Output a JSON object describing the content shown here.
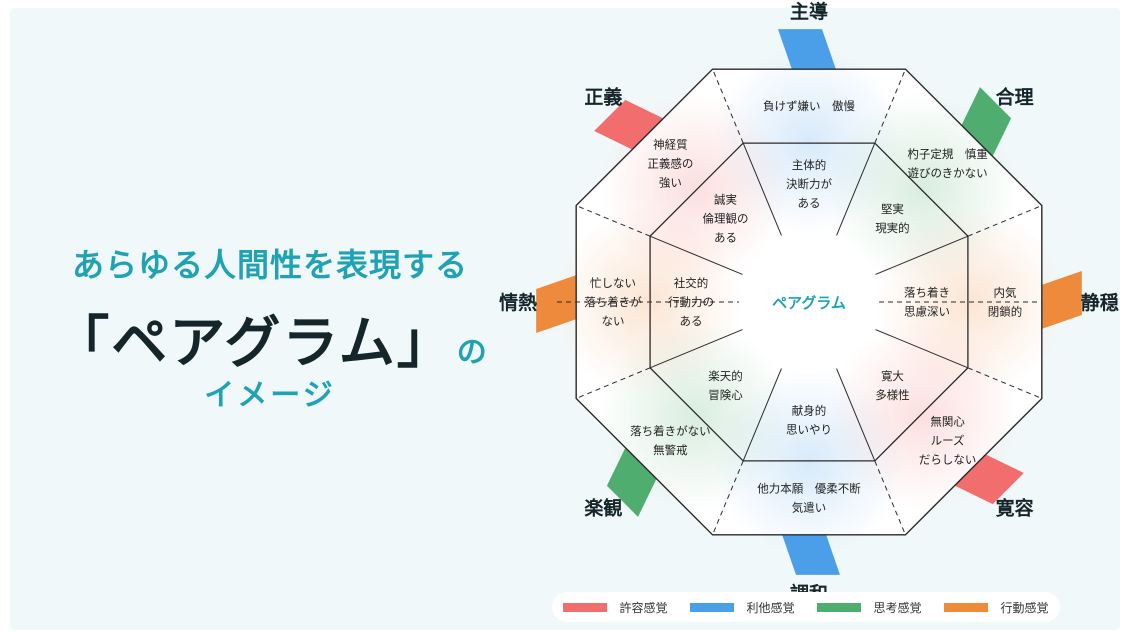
{
  "title": {
    "headline": "あらゆる人間性を表現する",
    "main": "「ペアグラム」",
    "suffix": "の",
    "sub": "イメージ"
  },
  "colors": {
    "kyoyo": "#f26d6d",
    "rita": "#4b9fe8",
    "shiko": "#4fae6f",
    "kodo": "#ee8a3b",
    "accent": "#1fa2b4"
  },
  "diagram": {
    "center_label": "ペアグラム",
    "axes": [
      {
        "name": "主導",
        "color": "#4b9fe8"
      },
      {
        "name": "合理",
        "color": "#4fae6f"
      },
      {
        "name": "静穏",
        "color": "#ee8a3b"
      },
      {
        "name": "寛容",
        "color": "#f26d6d"
      },
      {
        "name": "調和",
        "color": "#4b9fe8"
      },
      {
        "name": "楽観",
        "color": "#4fae6f"
      },
      {
        "name": "情熱",
        "color": "#ee8a3b"
      },
      {
        "name": "正義",
        "color": "#f26d6d"
      }
    ],
    "inner_texts": [
      {
        "lines": [
          "主体的",
          "決断力が",
          "ある"
        ]
      },
      {
        "lines": [
          "堅実",
          "現実的"
        ]
      },
      {
        "lines": [
          "落ち着き",
          "思慮深い"
        ]
      },
      {
        "lines": [
          "寛大",
          "多様性"
        ]
      },
      {
        "lines": [
          "献身的",
          "思いやり"
        ]
      },
      {
        "lines": [
          "楽天的",
          "冒険心"
        ]
      },
      {
        "lines": [
          "社交的",
          "行動力の",
          "ある"
        ]
      },
      {
        "lines": [
          "誠実",
          "倫理観の",
          "ある"
        ]
      }
    ],
    "outer_texts": [
      {
        "lines": [
          "負けず嫌い　傲慢"
        ]
      },
      {
        "lines": [
          "杓子定規　慎重",
          "遊びのきかない"
        ]
      },
      {
        "lines": [
          "内気",
          "閉鎖的"
        ]
      },
      {
        "lines": [
          "無関心",
          "ルーズ",
          "だらしない"
        ]
      },
      {
        "lines": [
          "他力本願　優柔不断",
          "気遣い"
        ]
      },
      {
        "lines": [
          "落ち着きがない",
          "無警戒"
        ]
      },
      {
        "lines": [
          "忙しない",
          "落ち着きが",
          "ない"
        ]
      },
      {
        "lines": [
          "神経質",
          "正義感の",
          "強い"
        ]
      }
    ]
  },
  "legend": [
    {
      "label": "許容感覚",
      "color": "#f26d6d"
    },
    {
      "label": "利他感覚",
      "color": "#4b9fe8"
    },
    {
      "label": "思考感覚",
      "color": "#4fae6f"
    },
    {
      "label": "行動感覚",
      "color": "#ee8a3b"
    }
  ]
}
